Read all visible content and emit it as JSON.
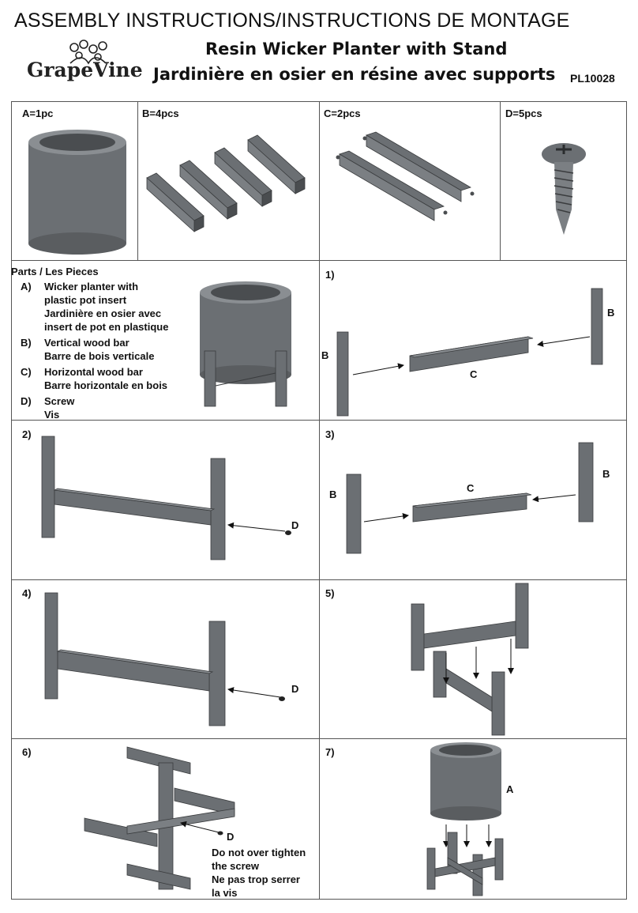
{
  "header": {
    "title": "ASSEMBLY INSTRUCTIONS/INSTRUCTIONS DE MONTAGE",
    "brand": "GrapeVine",
    "product_en": "Resin Wicker Planter with Stand",
    "product_fr": "Jardinière en osier en résine avec supports",
    "code": "PL10028"
  },
  "parts_row": [
    {
      "label": "A=1pc"
    },
    {
      "label": "B=4pcs"
    },
    {
      "label": "C=2pcs"
    },
    {
      "label": "D=5pcs"
    }
  ],
  "parts_list": {
    "heading": "Parts / Les Pieces",
    "items": [
      {
        "key": "A)",
        "lines": [
          "Wicker planter with",
          "plastic pot insert",
          "Jardinière en osier avec",
          "insert de pot en plastique"
        ]
      },
      {
        "key": "B)",
        "lines": [
          "Vertical wood bar",
          "Barre de bois verticale"
        ]
      },
      {
        "key": "C)",
        "lines": [
          "Horizontal wood bar",
          "Barre horizontale en bois"
        ]
      },
      {
        "key": "D)",
        "lines": [
          "Screw",
          "Vis"
        ]
      }
    ]
  },
  "steps": [
    {
      "label": "1)",
      "callouts": [
        "B",
        "B",
        "C"
      ]
    },
    {
      "label": "2)",
      "callouts": [
        "D"
      ]
    },
    {
      "label": "3)",
      "callouts": [
        "B",
        "B",
        "C"
      ]
    },
    {
      "label": "4)",
      "callouts": [
        "D"
      ]
    },
    {
      "label": "5)"
    },
    {
      "label": "6)",
      "callouts": [
        "D"
      ],
      "note": [
        "Do not over tighten",
        "the screw",
        "Ne pas trop serrer",
        "la vis"
      ]
    },
    {
      "label": "7)",
      "callouts": [
        "A"
      ]
    }
  ],
  "colors": {
    "part_fill": "#6b6f73",
    "part_dark": "#4a4d50",
    "part_light": "#8a8e92",
    "line": "#555555"
  }
}
